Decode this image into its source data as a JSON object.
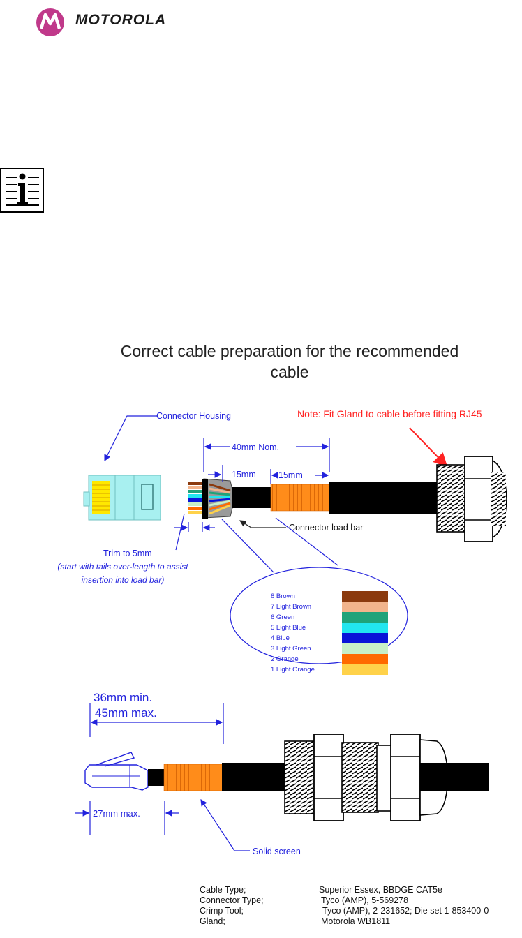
{
  "brand": {
    "wordmark": "MOTOROLA"
  },
  "icons": {
    "logo": "motorola-batwing-logo",
    "note": "information-note-icon"
  },
  "diagram": {
    "title_line1": "Correct cable preparation for the recommended",
    "title_line2": "cable",
    "note": "Note: Fit Gland to cable before fitting RJ45",
    "labels": {
      "connector_housing": "Connector Housing",
      "nom_40": "40mm Nom.",
      "len_15_a": "15mm",
      "len_15_b": "15mm",
      "load_bar": "Connector load bar",
      "trim": "Trim to 5mm",
      "trim_note_1": "(start with tails over-length to assist",
      "trim_note_2": "insertion into load bar)",
      "min_36": "36mm min.",
      "max_45": "45mm max.",
      "max_27": "27mm max.",
      "solid_screen": "Solid screen"
    },
    "wires": [
      {
        "label": "8 Brown",
        "color": "#8b3a0e"
      },
      {
        "label": "7 Light Brown",
        "color": "#f2b48c"
      },
      {
        "label": "6 Green",
        "color": "#1fa37a"
      },
      {
        "label": "5 Light Blue",
        "color": "#22e6f0"
      },
      {
        "label": "4 Blue",
        "color": "#0a14d8"
      },
      {
        "label": "3 Light Green",
        "color": "#c8f0c8"
      },
      {
        "label": "2 Orange",
        "color": "#ff6a00"
      },
      {
        "label": "1 Light Orange",
        "color": "#ffd24a"
      }
    ],
    "colors": {
      "accent": "#2222dd",
      "note": "#ff2222",
      "cable": "#000000",
      "screen": "#ff8c1a",
      "connector": "#a8f0f0"
    }
  },
  "specs": [
    {
      "key": "Cable Type;",
      "value": "Superior Essex,  BBDGE CAT5e"
    },
    {
      "key": "Connector Type;",
      "value": "Tyco (AMP),  5-569278"
    },
    {
      "key": "Crimp Tool;",
      "value": "Tyco (AMP), 2-231652; Die set 1-853400-0"
    },
    {
      "key": "Gland;",
      "value": "Motorola WB1811"
    }
  ]
}
